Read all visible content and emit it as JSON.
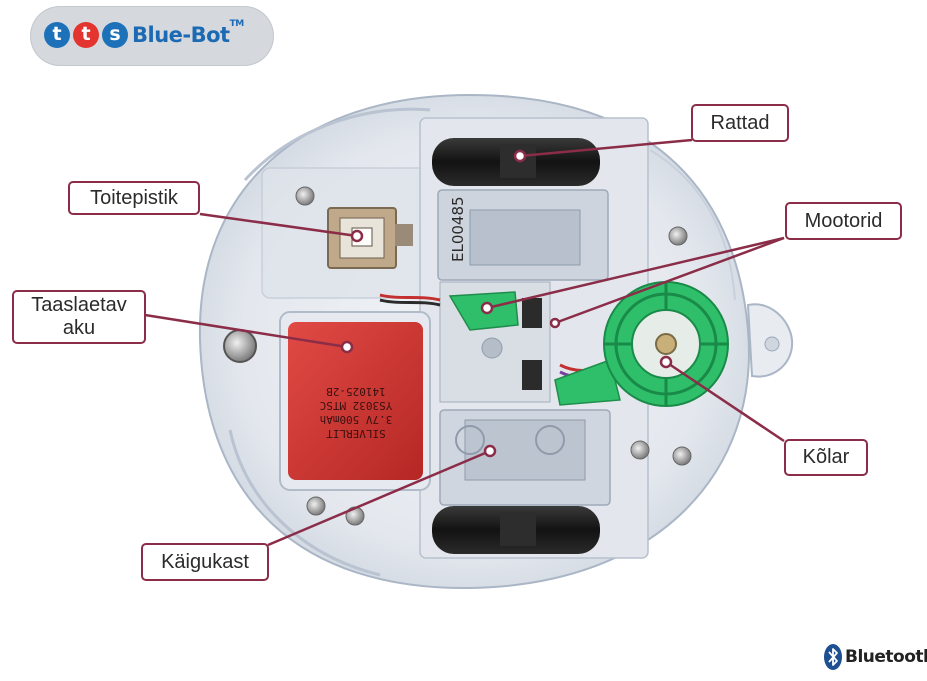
{
  "brand": {
    "letters": [
      "t",
      "t",
      "s"
    ],
    "letter_colors": [
      "#1d71b8",
      "#e3342f",
      "#1d71b8"
    ],
    "product": "Blue-Bot",
    "trademark": "TM"
  },
  "labels": {
    "rattad": "Rattad",
    "toitepistik": "Toitepistik",
    "mootorid": "Mootorid",
    "taaslaetav_aku": "Taaslaetav\naku",
    "kolar": "Kõlar",
    "kaigukast": "Käigukast"
  },
  "component_text": {
    "board_code": "EL00485",
    "battery_lines": [
      "SILVERLIT",
      "3.7V 500mAh",
      "YS3032 MTSC",
      "141025-2B"
    ]
  },
  "footer": {
    "bluetooth": "Bluetooth",
    "trademark": "®"
  },
  "colors": {
    "callout_border": "#8b2d48",
    "leader_line": "#8b2d48",
    "battery": "#c8332e",
    "gear_green": "#2fbf6a",
    "brand_blue": "#1d71b8"
  }
}
